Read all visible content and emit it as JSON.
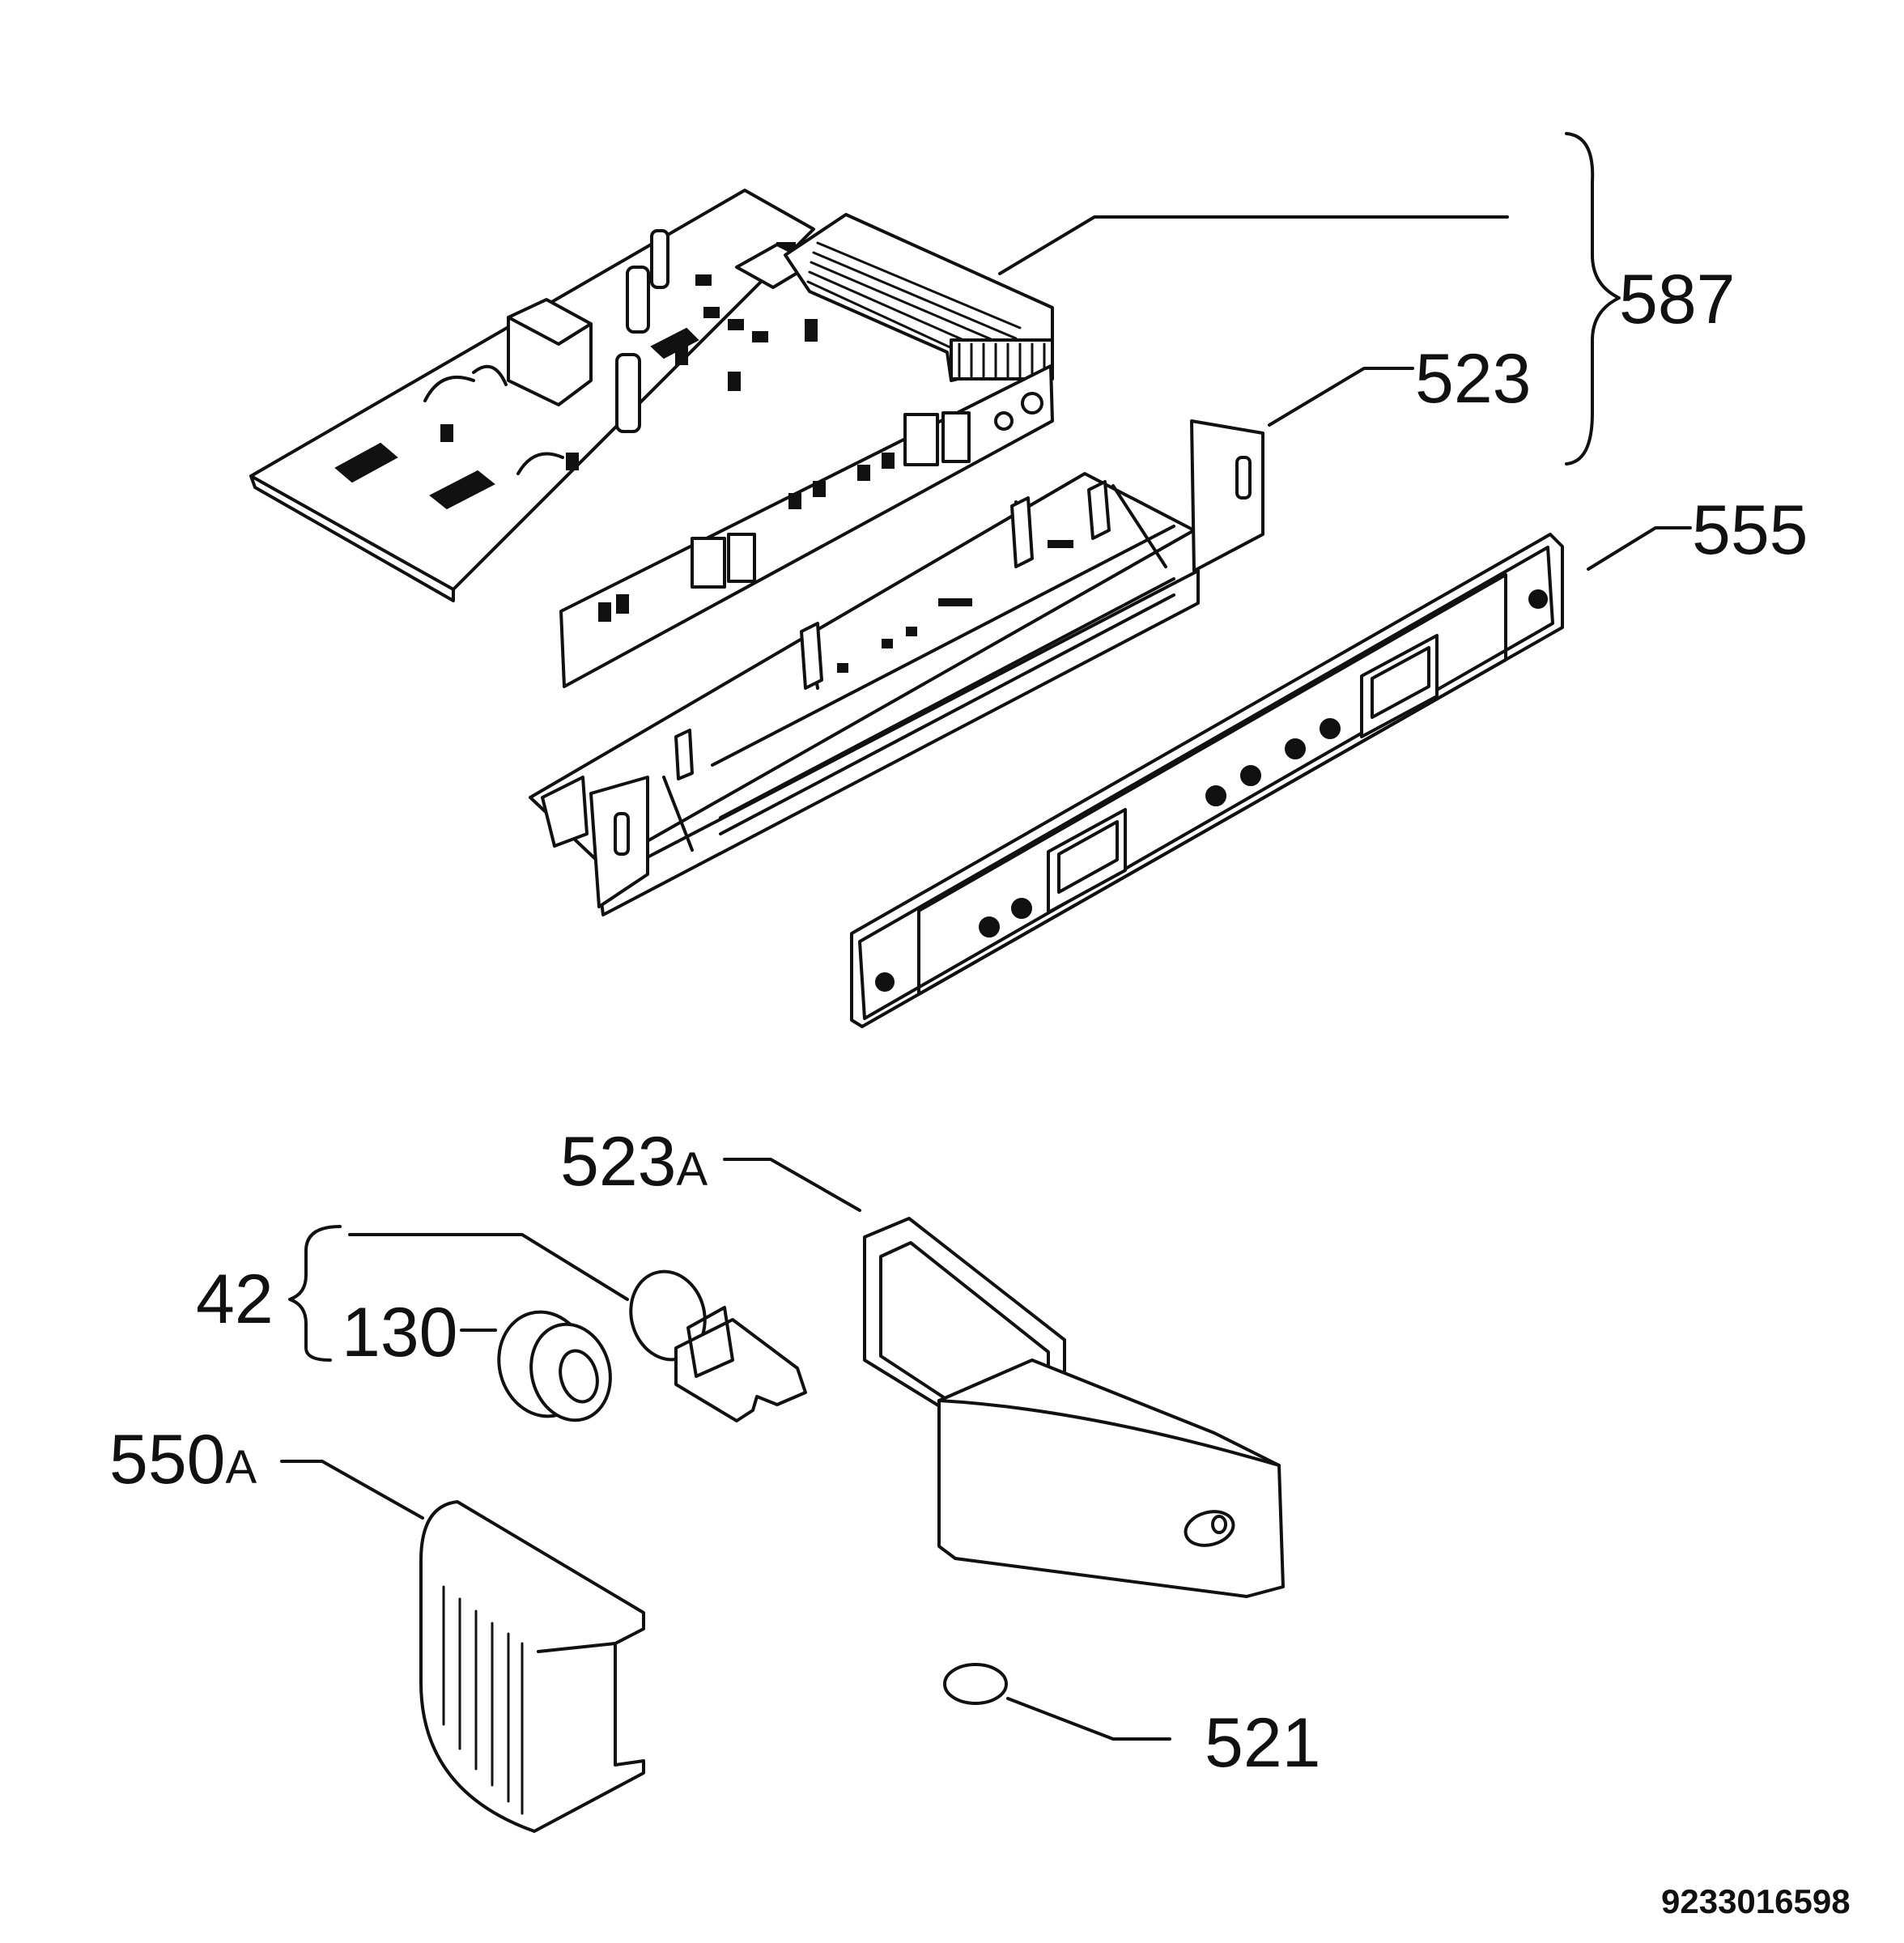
{
  "diagram": {
    "callouts": {
      "c587": "587",
      "c523": "523",
      "c555": "555",
      "c523A_num": "523",
      "c523A_suf": "A",
      "c42": "42",
      "c130": "130",
      "c550A_num": "550",
      "c550A_suf": "A",
      "c521": "521"
    },
    "document_number": "9233016598"
  }
}
